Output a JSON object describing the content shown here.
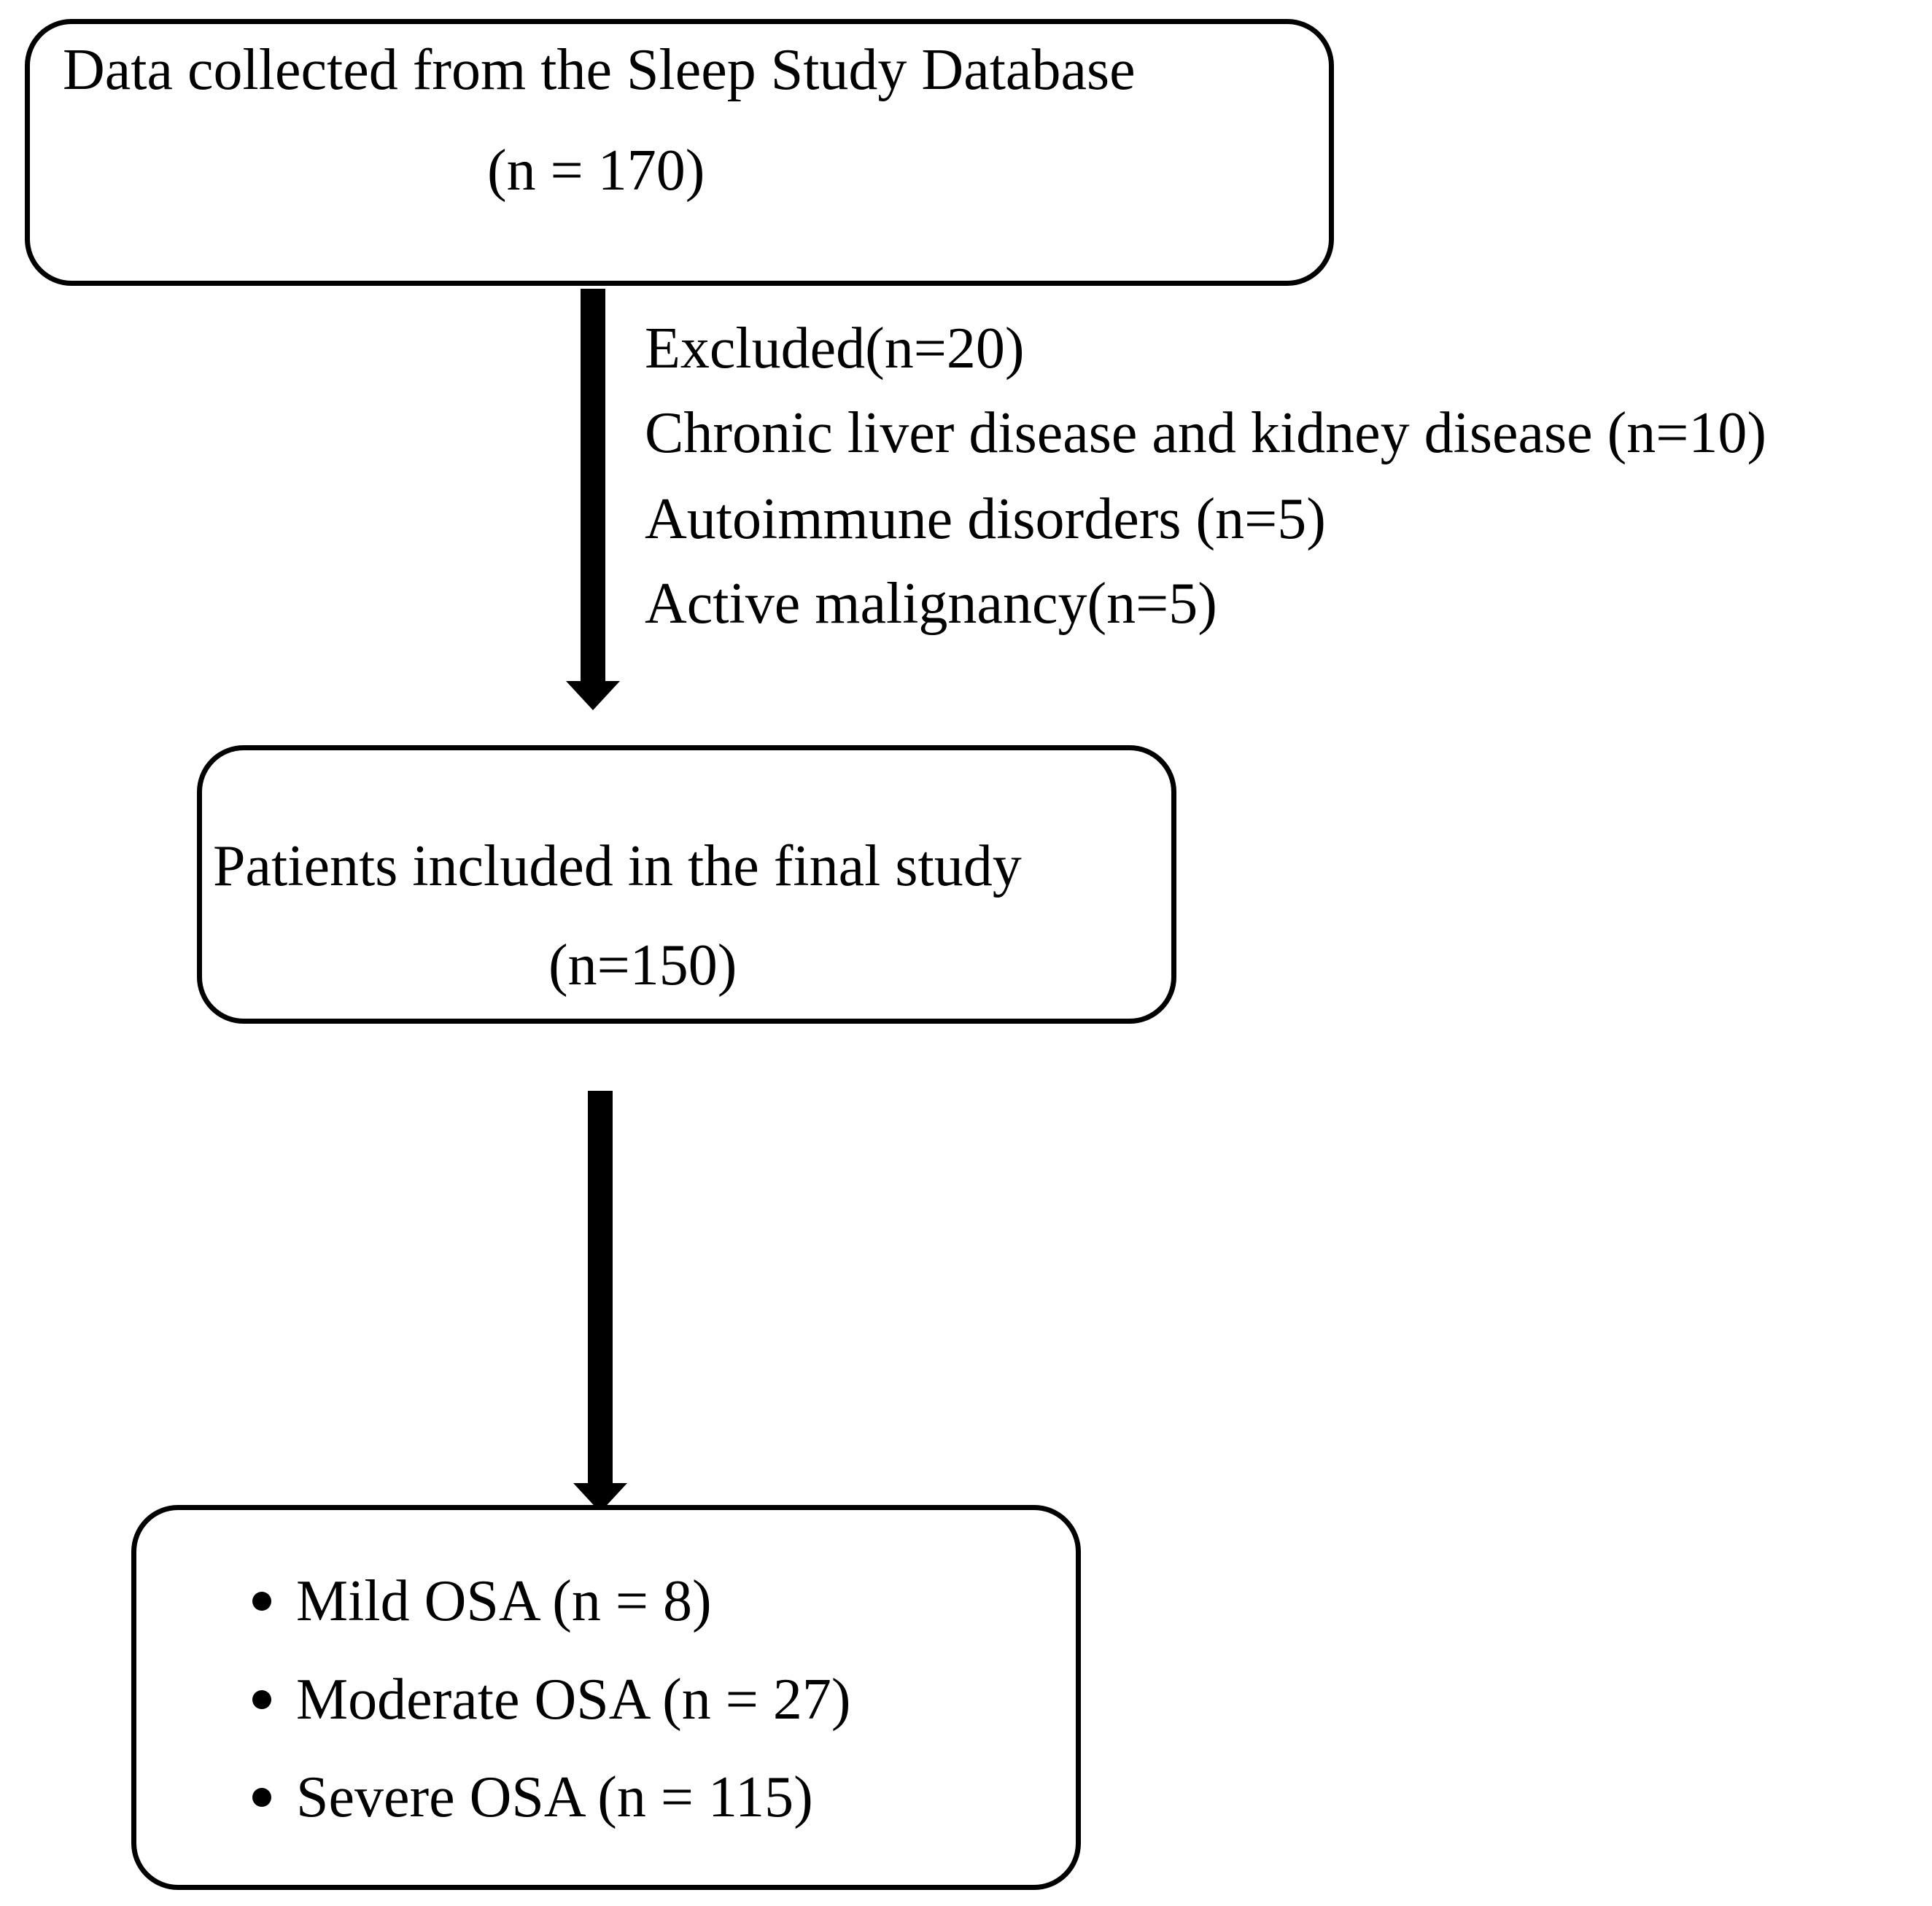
{
  "source": {
    "line1": "Data collected from the Sleep Study Database",
    "line2": "(n = 170)"
  },
  "exclusions": {
    "header": "Excluded(n=20)",
    "items": [
      "Chronic liver disease and kidney disease (n=10)",
      "Autoimmune disorders (n=5)",
      "Active malignancy(n=5)"
    ]
  },
  "included": {
    "line1": "Patients included in the final study",
    "line2": "(n=150)"
  },
  "groups": {
    "items": [
      "Mild OSA (n = 8)",
      "Moderate OSA (n = 27)",
      "Severe OSA (n = 115)"
    ]
  }
}
